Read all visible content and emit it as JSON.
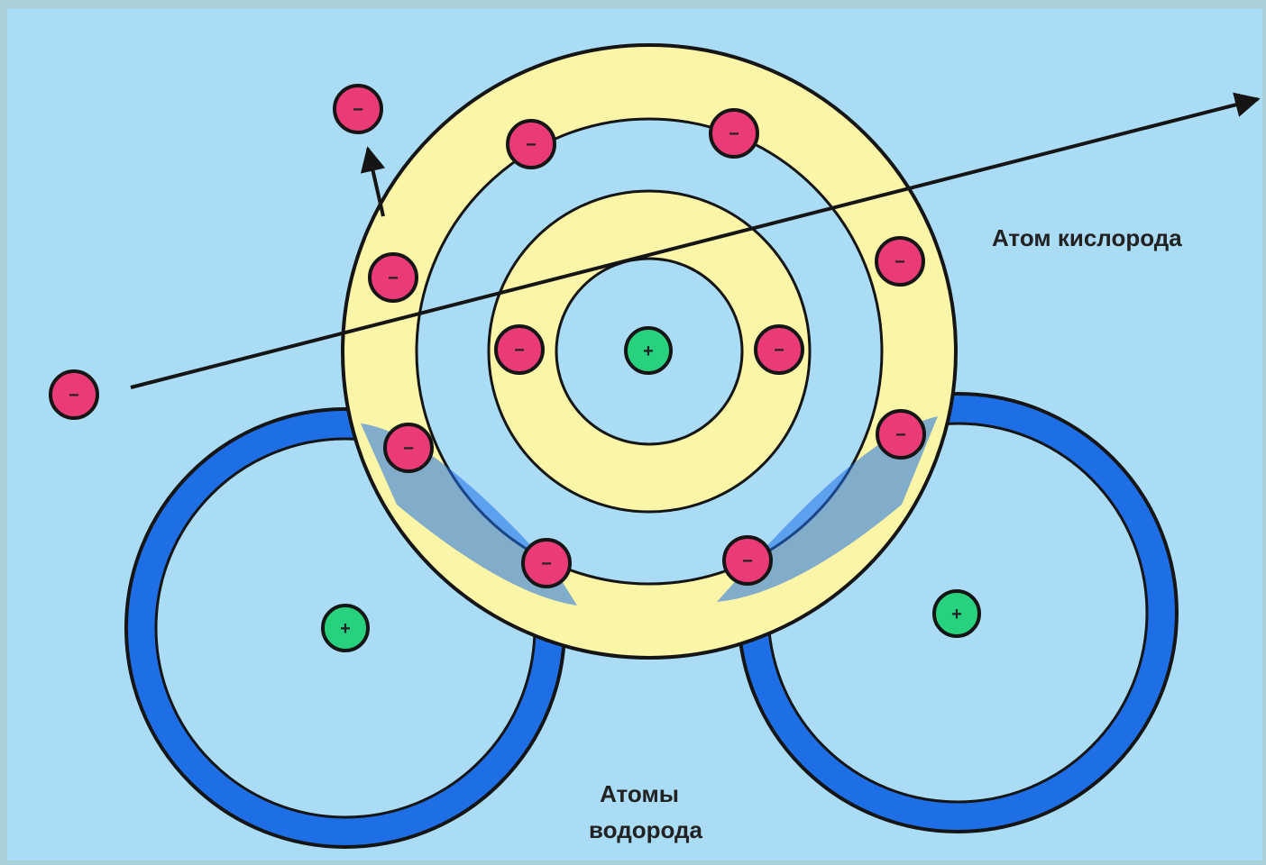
{
  "labels": {
    "oxygen_atom": "Атом кислорода",
    "hydrogen_atoms_line1": "Атомы",
    "hydrogen_atoms_line2": "водорода"
  },
  "symbols": {
    "electron": "−",
    "nucleus": "+"
  },
  "colors": {
    "frame": "#a9cfd8",
    "background": "#aadcf6",
    "oxygen_shell": "#fbf5a8",
    "hydrogen_shell": "#1e6fe6",
    "electron": "#ea3a78",
    "nucleus": "#27d17d",
    "outline": "#151515"
  }
}
